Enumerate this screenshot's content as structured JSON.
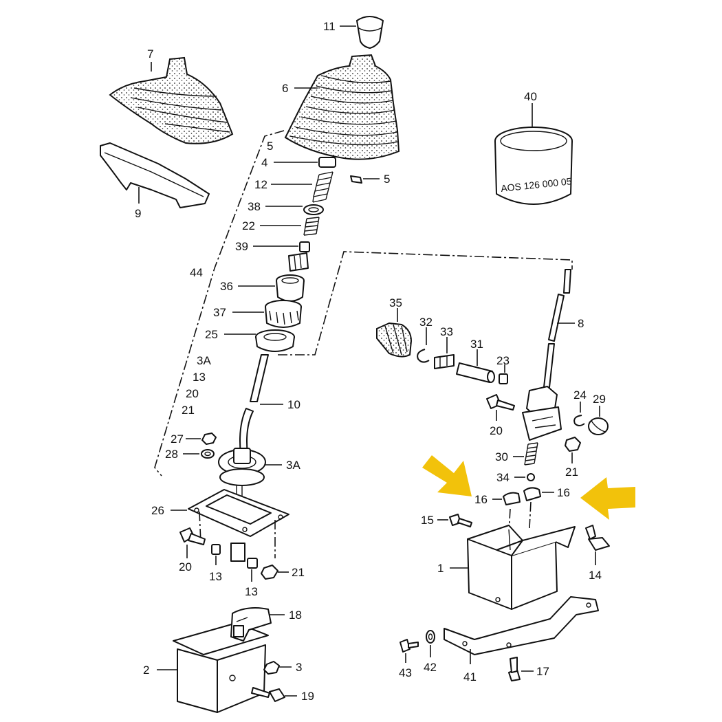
{
  "callouts": {
    "c11": "11",
    "c7": "7",
    "c6": "6",
    "c40": "40",
    "c5a": "5",
    "c4": "4",
    "c5b": "5",
    "c12": "12",
    "c38": "38",
    "c22": "22",
    "c39": "39",
    "c9": "9",
    "c44": "44",
    "c36": "36",
    "c37": "37",
    "c25": "25",
    "c3a_list": "3A",
    "c13_list": "13",
    "c20_list": "20",
    "c21_list": "21",
    "c10": "10",
    "c27": "27",
    "c28": "28",
    "c3a": "3A",
    "c26": "26",
    "c20a": "20",
    "c13a": "13",
    "c13b": "13",
    "c21a": "21",
    "c18": "18",
    "c2": "2",
    "c3": "3",
    "c19": "19",
    "c35": "35",
    "c32": "32",
    "c33": "33",
    "c31": "31",
    "c23": "23",
    "c8": "8",
    "c24": "24",
    "c29": "29",
    "c20b": "20",
    "c21b": "21",
    "c30": "30",
    "c34": "34",
    "c16a": "16",
    "c16b": "16",
    "c15": "15",
    "c1": "1",
    "c14": "14",
    "c43": "43",
    "c42": "42",
    "c41": "41",
    "c17": "17"
  },
  "part_markings": {
    "box_40_text": "AOS 126 000 05"
  },
  "highlight": {
    "arrow_color": "#f2c20b",
    "arrow_count": 2
  }
}
